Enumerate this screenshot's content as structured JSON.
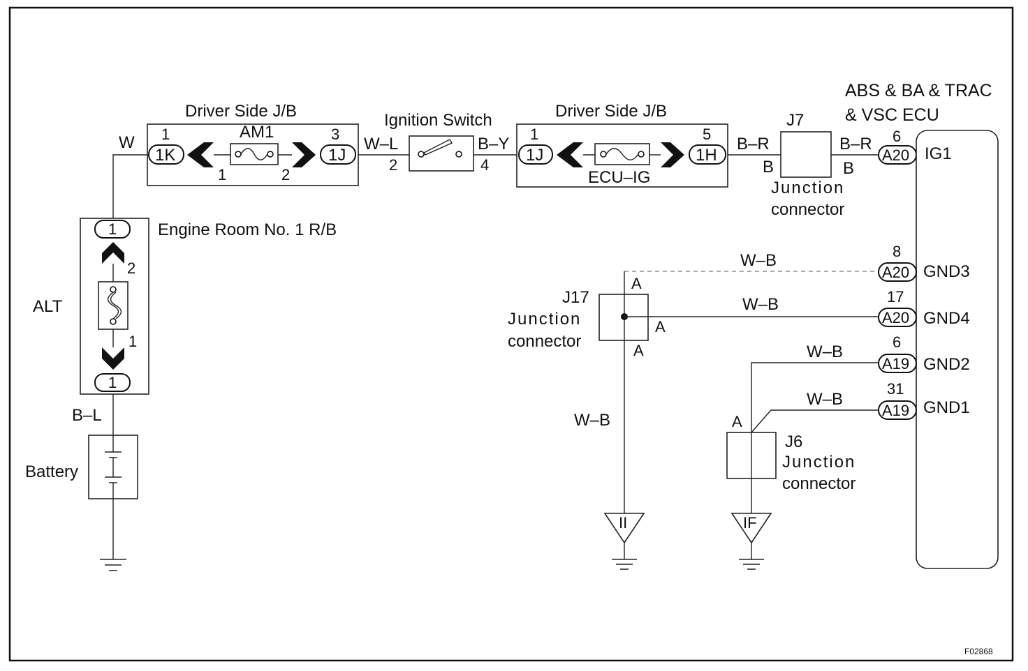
{
  "labels": {
    "driver_jb_left": "Driver Side J/B",
    "ignition_switch": "Ignition Switch",
    "driver_jb_right": "Driver Side J/B",
    "ecu_line1": "ABS & BA & TRAC",
    "ecu_line2": "& VSC  ECU",
    "j7": "J7",
    "j7_desc1": "Junction",
    "j7_desc2": "connector",
    "am1": "AM1",
    "ecu_ig": "ECU–IG",
    "engine_room_rb": "Engine Room No. 1 R/B",
    "alt": "ALT",
    "battery": "Battery",
    "j17": "J17",
    "j17_desc1": "Junction",
    "j17_desc2": "connector",
    "j6": "J6",
    "j6_desc1": "Junction",
    "j6_desc2": "connector",
    "ground_ii": "II",
    "ground_if": "IF",
    "figure_code": "F02868"
  },
  "wires": {
    "w": "W",
    "w_l": "W–L",
    "b_y": "B–Y",
    "b_r_left": "B–R",
    "b_left": "B",
    "b_r_right": "B–R",
    "b_right": "B",
    "b_l": "B–L",
    "w_b_gnd3": "W–B",
    "w_b_gnd4": "W–B",
    "w_b_gnd2": "W–B",
    "w_b_gnd1": "W–B",
    "w_b_vertical": "W–B"
  },
  "connectors": {
    "c_1k": "1K",
    "c_1j_left": "1J",
    "c_1j_right": "1J",
    "c_1h": "1H",
    "c_a20_ig1": "A20",
    "c_a20_gnd3": "A20",
    "c_a20_gnd4": "A20",
    "c_a19_gnd2": "A19",
    "c_a19_gnd1": "A19",
    "c_1_top": "1",
    "c_1_bottom": "1"
  },
  "pins": {
    "p_1k": "1",
    "p_1j_left": "3",
    "p_am1_in": "1",
    "p_am1_out": "2",
    "p_ign_in": "2",
    "p_ign_out": "4",
    "p_1j_right": "1",
    "p_1h": "5",
    "p_ig1": "6",
    "p_gnd3": "8",
    "p_gnd4": "17",
    "p_gnd2": "6",
    "p_gnd1": "31",
    "p_alt_top": "2",
    "p_alt_bottom": "1",
    "j17_a_top": "A",
    "j17_a_right": "A",
    "j17_a_bottom": "A",
    "j6_a": "A"
  },
  "terminals": {
    "ig1": "IG1",
    "gnd3": "GND3",
    "gnd4": "GND4",
    "gnd2": "GND2",
    "gnd1": "GND1"
  }
}
